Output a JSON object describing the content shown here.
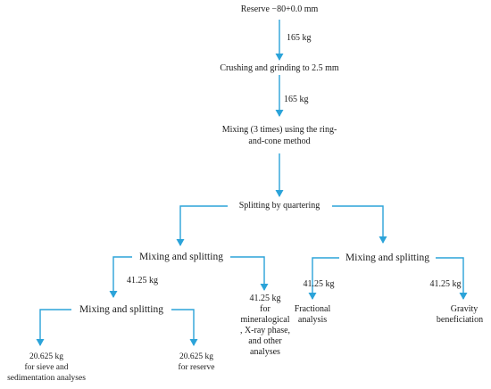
{
  "nodes": {
    "reserve": "Reserve −80+0.0 mm",
    "crushing": "Crushing and grinding to 2.5 mm",
    "mixing_ring_line1": "Mixing (3 times) using the ring-",
    "mixing_ring_line2": "and-cone method",
    "splitting_quartering": "Splitting by quartering",
    "mix_split_left": "Mixing and splitting",
    "mix_split_right": "Mixing and splitting",
    "mix_split_bottom": "Mixing and splitting",
    "sieve_line1": "20.625  kg",
    "sieve_line2": "for sieve and",
    "sieve_line3": "sedimentation analyses",
    "reserve2_line1": "20.625  kg",
    "reserve2_line2": "for reserve",
    "mineral_line1": "41.25 kg",
    "mineral_line2": "for",
    "mineral_line3": "mineralogical",
    "mineral_line4": ", X-ray phase,",
    "mineral_line5": "and other",
    "mineral_line6": "analyses",
    "fractional_line1": "41.25 kg",
    "fractional_line2": "Fractional",
    "fractional_line3": "analysis",
    "gravity_line1": "41.25 kg",
    "gravity_line2": "Gravity",
    "gravity_line3": "beneficiation"
  },
  "edge_labels": {
    "kg165_a": "165 kg",
    "kg165_b": "165 kg",
    "kg41_left": "41.25 kg"
  },
  "colors": {
    "arrow": "#2ba3d9",
    "text": "#1a1a1a"
  }
}
